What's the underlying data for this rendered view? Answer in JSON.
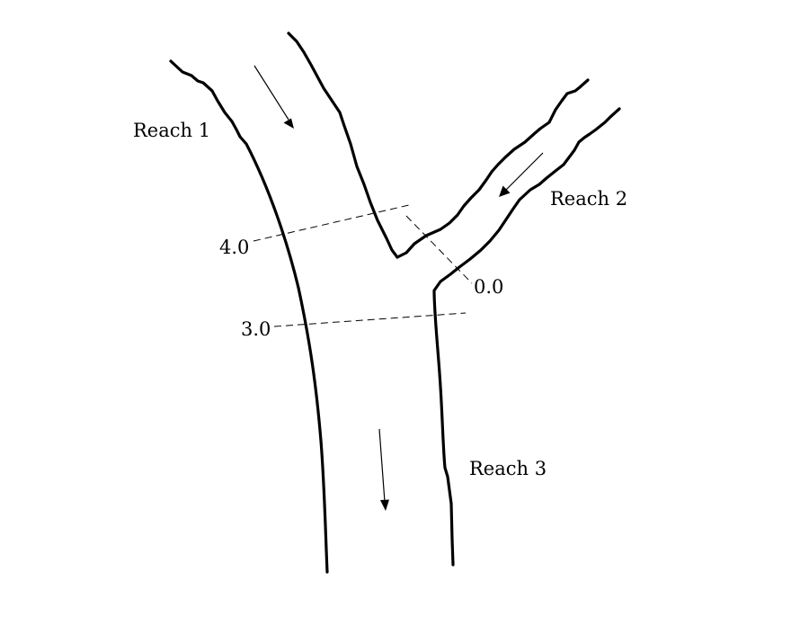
{
  "reaches": {
    "reach1": "Reach 1",
    "reach2": "Reach 2",
    "reach3": "Reach 3"
  },
  "stations": {
    "s40": "4.0",
    "s30": "3.0",
    "s00": "0.0"
  },
  "colors": {
    "ink": "#000000",
    "background": "#ffffff"
  }
}
